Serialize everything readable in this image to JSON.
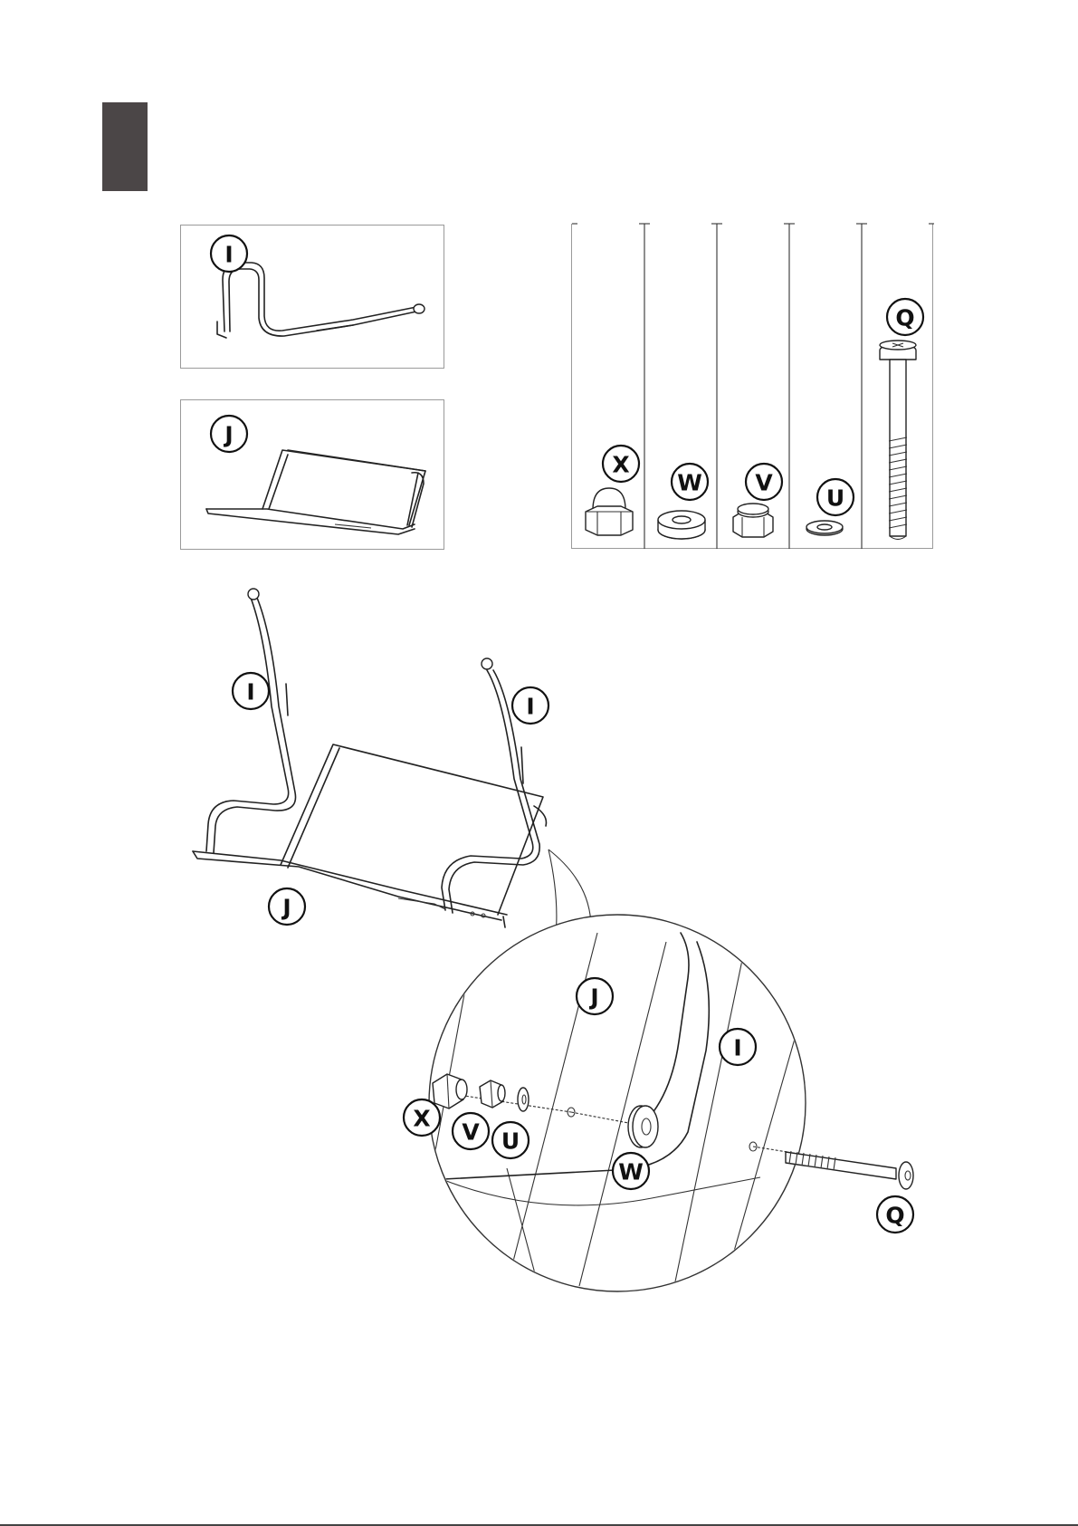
{
  "step": {
    "tab_color": "#4b4647"
  },
  "parts": {
    "frame_label": "I",
    "seat_label": "J"
  },
  "hardware": [
    {
      "label": "X",
      "icon": "cap-nut-icon"
    },
    {
      "label": "W",
      "icon": "thick-washer-icon"
    },
    {
      "label": "V",
      "icon": "lock-nut-icon"
    },
    {
      "label": "U",
      "icon": "flat-washer-icon"
    },
    {
      "label": "Q",
      "icon": "bolt-icon"
    }
  ],
  "assembly": {
    "left_frame_label": "I",
    "right_frame_label": "I",
    "seat_label": "J"
  },
  "detail": {
    "seat_label": "J",
    "frame_label": "I",
    "cap_nut_label": "X",
    "lock_nut_label": "V",
    "flat_washer_label": "U",
    "thick_washer_label": "W",
    "bolt_label": "Q"
  }
}
